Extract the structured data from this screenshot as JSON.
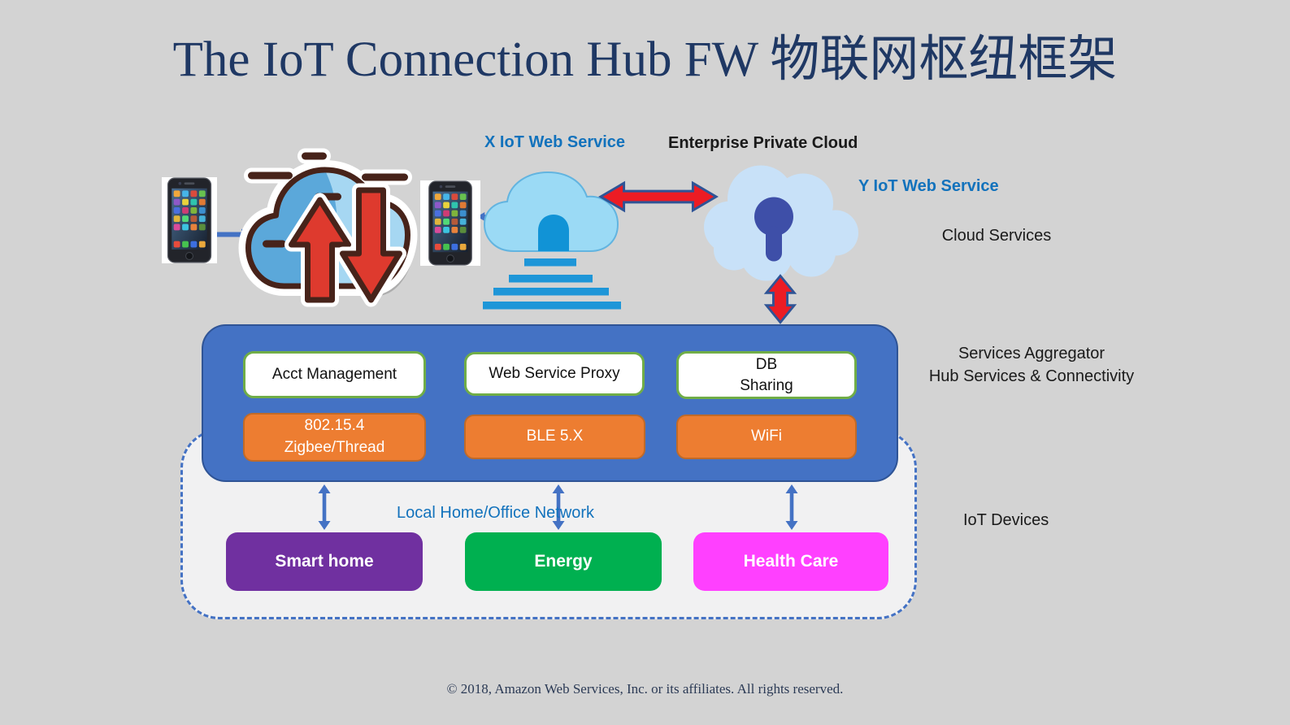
{
  "title": "The IoT Connection Hub FW 物联网枢纽框架",
  "top": {
    "x_iot_label": "X IoT Web Service",
    "enterprise_label": "Enterprise  Private Cloud",
    "y_iot_label": "Y IoT Web Service",
    "cloud_services_label": "Cloud  Services"
  },
  "hub": {
    "aggregator_line1": "Services Aggregator",
    "aggregator_line2": "Hub Services & Connectivity",
    "service_boxes": [
      {
        "lines": [
          "Acct Management"
        ]
      },
      {
        "lines": [
          "Web Service Proxy"
        ]
      },
      {
        "lines": [
          "DB",
          "Sharing"
        ]
      }
    ],
    "radio_boxes": [
      {
        "lines": [
          "802.15.4",
          "Zigbee/Thread"
        ]
      },
      {
        "lines": [
          "BLE 5.X"
        ]
      },
      {
        "lines": [
          "WiFi"
        ]
      }
    ]
  },
  "devices_section": {
    "local_network_label": "Local Home/Office Network",
    "iot_devices_label": "IoT Devices",
    "device_boxes": [
      {
        "label": "Smart home",
        "color": "#7030A0"
      },
      {
        "label": "Energy",
        "color": "#00B050"
      },
      {
        "label": "Health Care",
        "color": "#FF40FF"
      }
    ]
  },
  "footer": "© 2018, Amazon Web Services, Inc. or its affiliates. All rights reserved.",
  "colors": {
    "background": "#D3D3D3",
    "title_text": "#1F3864",
    "label_blue": "#1272BC",
    "hub_fill": "#4472C4",
    "hub_border": "#2F5496",
    "service_box_border": "#70AD47",
    "radio_box_fill": "#ED7D31",
    "device_purple": "#7030A0",
    "device_green": "#00B050",
    "device_magenta": "#FF40FF",
    "arrow_blue": "#4472C4",
    "arrow_red": "#EC1C24",
    "inner_zone_fill": "#F1F1F2"
  },
  "icons": {
    "left_phone": "smartphone-icon",
    "right_phone": "smartphone-icon",
    "sync_cloud": "cloud-sync-arrows-icon",
    "x_iot_cloud": "cloud-gateway-stairs-icon",
    "enterprise_cloud": "cloud-keyhole-icon",
    "red_horizontal": "double-arrow-horizontal-icon",
    "red_vertical": "double-arrow-vertical-icon",
    "blue_link": "double-arrow-horizontal-icon",
    "hub_device_link": "double-arrow-vertical-icon"
  }
}
